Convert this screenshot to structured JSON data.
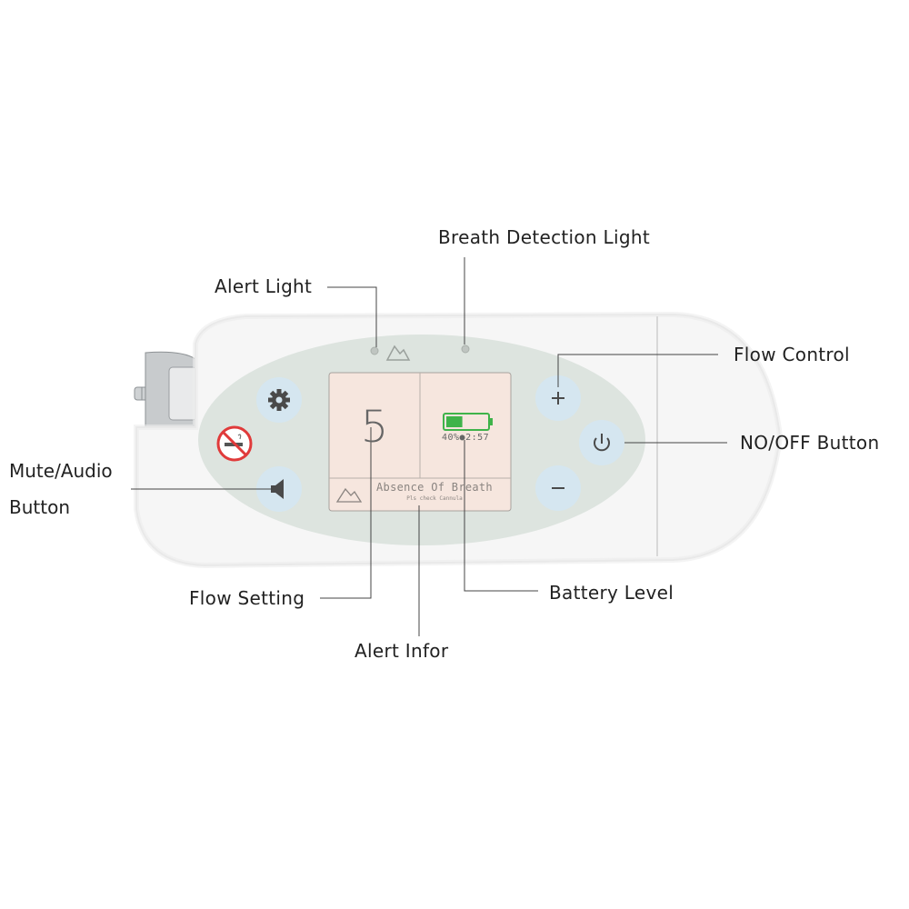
{
  "callouts": {
    "breath_detection_light": "Breath Detection Light",
    "alert_light": "Alert Light",
    "flow_control": "Flow Control",
    "on_off_button": "NO/OFF Button",
    "mute_audio_line1": "Mute/Audio",
    "mute_audio_line2": "Button",
    "flow_setting": "Flow Setting",
    "battery_level": "Battery Level",
    "alert_info": "Alert Infor"
  },
  "lcd": {
    "flow_value": "5",
    "battery_text": "40%●2:57",
    "battery_fraction": 0.4,
    "alert_title": "Absence Of Breath",
    "alert_subtitle": "Pls check Cannula"
  },
  "buttons": {
    "plus_symbol": "+",
    "minus_symbol": "−"
  },
  "colors": {
    "panel": "#dde4df",
    "button": "#d5e6f0",
    "screen": "#f6e6de",
    "battery_green": "#3fb34a",
    "no_smoking_red": "#e03a3a"
  }
}
